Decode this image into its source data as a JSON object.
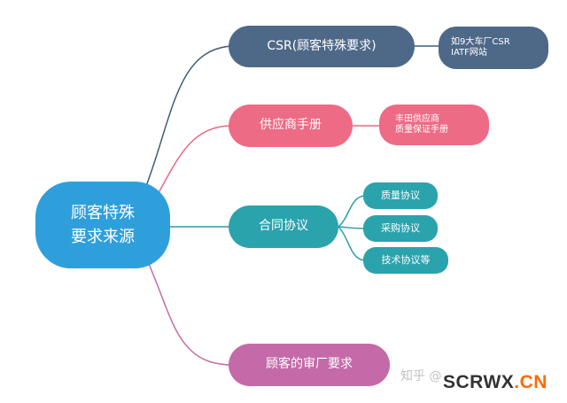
{
  "diagram": {
    "root": {
      "label": "顾客特殊\n要求来源",
      "color": "#2f9fdc"
    },
    "branches": [
      {
        "label": "CSR(顾客特殊要求)",
        "color": "#4e6888",
        "line_color": "#3f5f78",
        "leaves": [
          {
            "label": "如9大车厂CSR\nIATF网站"
          }
        ]
      },
      {
        "label": "供应商手册",
        "color": "#ee6b85",
        "line_color": "#e56b84",
        "leaves": [
          {
            "label": "丰田供应商\n质量保证手册"
          }
        ]
      },
      {
        "label": "合同协议",
        "color": "#2aa3ad",
        "line_color": "#2a9ea8",
        "leaves": [
          {
            "label": "质量协议"
          },
          {
            "label": "采购协议"
          },
          {
            "label": "技术协议等"
          }
        ]
      },
      {
        "label": "顾客的审厂要求",
        "color": "#c56aa8",
        "line_color": "#c56aa8",
        "leaves": []
      }
    ]
  },
  "watermark": {
    "platform": "知乎 @",
    "site_prefix": "SCRWX",
    "site_suffix": ".CN",
    "site_accent_color": "#ff6a00"
  }
}
